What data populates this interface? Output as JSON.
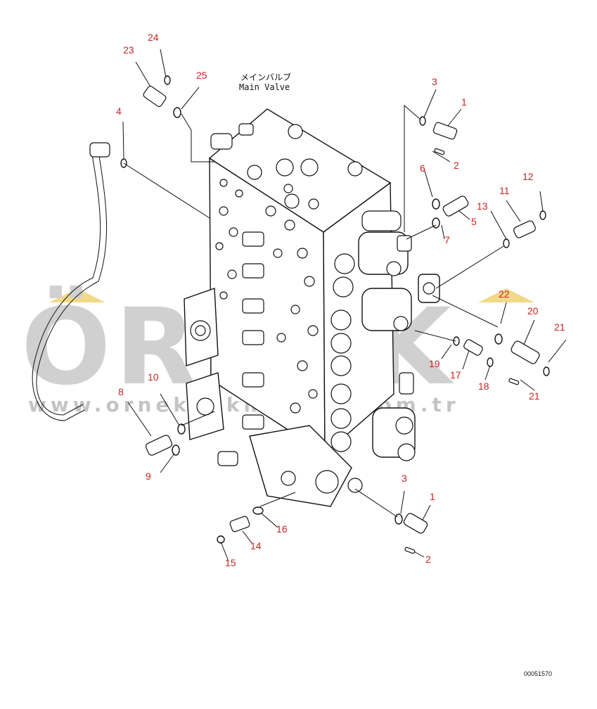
{
  "diagram": {
    "caption_jp": "メインバルブ",
    "caption_en": "Main Valve",
    "doc_number": "00051570",
    "watermark": {
      "brand": "ÖRNEK",
      "url": "www.orneknakmalleri.com.tr"
    },
    "colors": {
      "callout": "#cc2222",
      "watermark": "#d0d0d0",
      "watermark_accent": "#f2d98a",
      "lineart": "#111111"
    },
    "callouts": [
      {
        "id": "c24",
        "label": "24"
      },
      {
        "id": "c23",
        "label": "23"
      },
      {
        "id": "c25",
        "label": "25"
      },
      {
        "id": "c4",
        "label": "4"
      },
      {
        "id": "c3a",
        "label": "3"
      },
      {
        "id": "c1a",
        "label": "1"
      },
      {
        "id": "c2a",
        "label": "2"
      },
      {
        "id": "c6",
        "label": "6"
      },
      {
        "id": "c5",
        "label": "5"
      },
      {
        "id": "c7",
        "label": "7"
      },
      {
        "id": "c13",
        "label": "13"
      },
      {
        "id": "c11",
        "label": "11"
      },
      {
        "id": "c12",
        "label": "12"
      },
      {
        "id": "c22",
        "label": "22"
      },
      {
        "id": "c20",
        "label": "20"
      },
      {
        "id": "c21a",
        "label": "21"
      },
      {
        "id": "c19",
        "label": "19"
      },
      {
        "id": "c17",
        "label": "17"
      },
      {
        "id": "c18",
        "label": "18"
      },
      {
        "id": "c21b",
        "label": "21"
      },
      {
        "id": "c10",
        "label": "10"
      },
      {
        "id": "c8",
        "label": "8"
      },
      {
        "id": "c9",
        "label": "9"
      },
      {
        "id": "c3b",
        "label": "3"
      },
      {
        "id": "c1b",
        "label": "1"
      },
      {
        "id": "c16",
        "label": "16"
      },
      {
        "id": "c14",
        "label": "14"
      },
      {
        "id": "c15",
        "label": "15"
      },
      {
        "id": "c2b",
        "label": "2"
      }
    ]
  }
}
